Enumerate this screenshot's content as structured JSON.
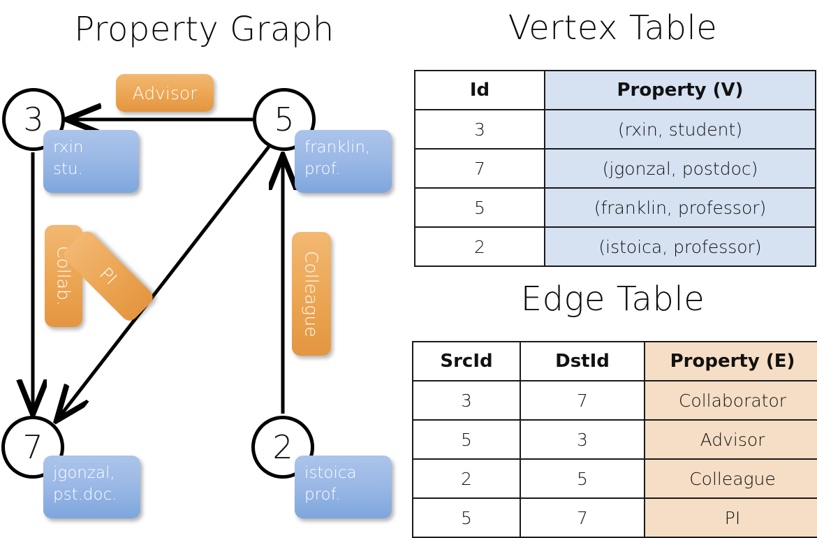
{
  "titles": {
    "property_graph": "Property Graph",
    "vertex_table": "Vertex Table",
    "edge_table": "Edge Table"
  },
  "colors": {
    "vertex_property_cell": "#d6e1f2",
    "edge_property_cell": "#f5dec5",
    "vertex_box": "#9cb9e6",
    "edge_label_box": "#eca755",
    "stroke": "#000000"
  },
  "graph": {
    "nodes": [
      {
        "id": "3",
        "name": "node-3",
        "property_line1": "rxin",
        "property_line2": "stu."
      },
      {
        "id": "5",
        "name": "node-5",
        "property_line1": "franklin,",
        "property_line2": "prof."
      },
      {
        "id": "7",
        "name": "node-7",
        "property_line1": "jgonzal,",
        "property_line2": "pst.doc."
      },
      {
        "id": "2",
        "name": "node-2",
        "property_line1": "istoica",
        "property_line2": "prof."
      }
    ],
    "edge_labels": [
      {
        "name": "advisor",
        "text": "Advisor",
        "orientation": "horizontal"
      },
      {
        "name": "collab",
        "text": "Collab.",
        "orientation": "vertical"
      },
      {
        "name": "pi",
        "text": "PI",
        "orientation": "vertical-rotated-45"
      },
      {
        "name": "colleague",
        "text": "Colleague",
        "orientation": "vertical"
      }
    ],
    "edges": [
      {
        "src": "5",
        "dst": "3",
        "label": "Advisor"
      },
      {
        "src": "3",
        "dst": "7",
        "label": "Collab."
      },
      {
        "src": "5",
        "dst": "7",
        "label": "PI"
      },
      {
        "src": "2",
        "dst": "5",
        "label": "Colleague"
      }
    ]
  },
  "vertex_table": {
    "headers": [
      "Id",
      "Property (V)"
    ],
    "rows": [
      {
        "id": "3",
        "property": "(rxin, student)"
      },
      {
        "id": "7",
        "property": "(jgonzal, postdoc)"
      },
      {
        "id": "5",
        "property": "(franklin, professor)"
      },
      {
        "id": "2",
        "property": "(istoica, professor)"
      }
    ]
  },
  "edge_table": {
    "headers": [
      "SrcId",
      "DstId",
      "Property (E)"
    ],
    "rows": [
      {
        "src": "3",
        "dst": "7",
        "property": "Collaborator"
      },
      {
        "src": "5",
        "dst": "3",
        "property": "Advisor"
      },
      {
        "src": "2",
        "dst": "5",
        "property": "Colleague"
      },
      {
        "src": "5",
        "dst": "7",
        "property": "PI"
      }
    ]
  }
}
